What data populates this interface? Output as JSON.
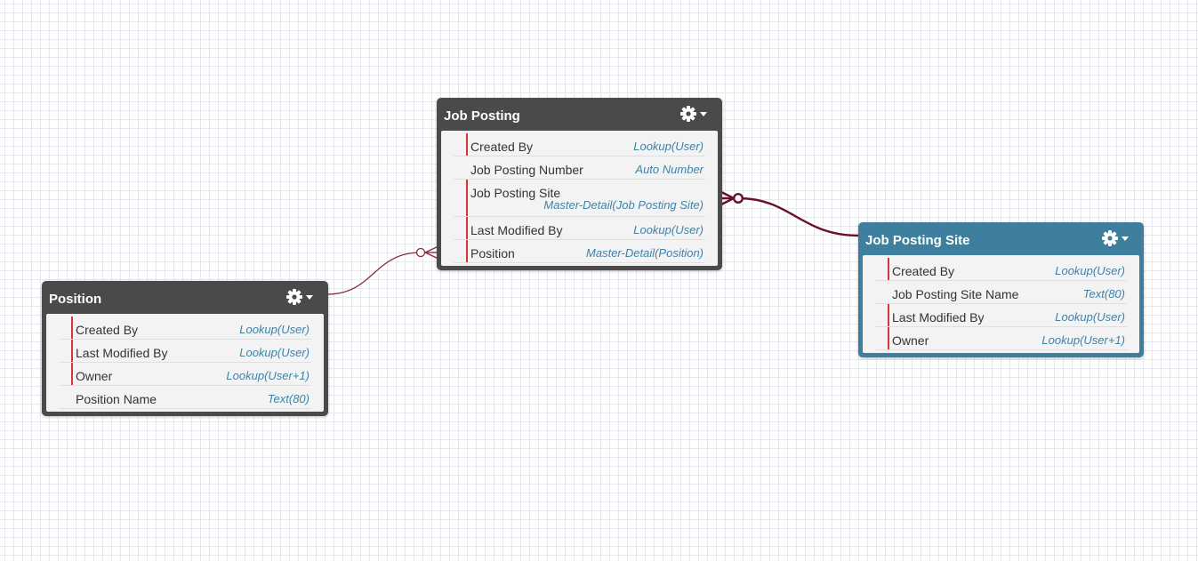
{
  "canvas": {
    "line_color": "#7a1530",
    "dark_header_color": "#4a4a4a",
    "teal_header_color": "#3d7f9d"
  },
  "objects": {
    "job_posting": {
      "title": "Job Posting",
      "menu_icon": "gear-icon",
      "fields": [
        {
          "name": "Created By",
          "type": "Lookup(User)",
          "required": true
        },
        {
          "name": "Job Posting Number",
          "type": "Auto Number",
          "required": false
        },
        {
          "name": "Job Posting Site",
          "type": "Master-Detail(Job Posting Site)",
          "required": true
        },
        {
          "name": "Last Modified By",
          "type": "Lookup(User)",
          "required": true
        },
        {
          "name": "Position",
          "type": "Master-Detail(Position)",
          "required": true
        }
      ]
    },
    "position": {
      "title": "Position",
      "menu_icon": "gear-icon",
      "fields": [
        {
          "name": "Created By",
          "type": "Lookup(User)",
          "required": true
        },
        {
          "name": "Last Modified By",
          "type": "Lookup(User)",
          "required": true
        },
        {
          "name": "Owner",
          "type": "Lookup(User+1)",
          "required": true
        },
        {
          "name": "Position Name",
          "type": "Text(80)",
          "required": false
        }
      ]
    },
    "job_posting_site": {
      "title": "Job Posting Site",
      "menu_icon": "gear-icon",
      "fields": [
        {
          "name": "Created By",
          "type": "Lookup(User)",
          "required": true
        },
        {
          "name": "Job Posting Site Name",
          "type": "Text(80)",
          "required": false
        },
        {
          "name": "Last Modified By",
          "type": "Lookup(User)",
          "required": true
        },
        {
          "name": "Owner",
          "type": "Lookup(User+1)",
          "required": true
        }
      ]
    }
  }
}
